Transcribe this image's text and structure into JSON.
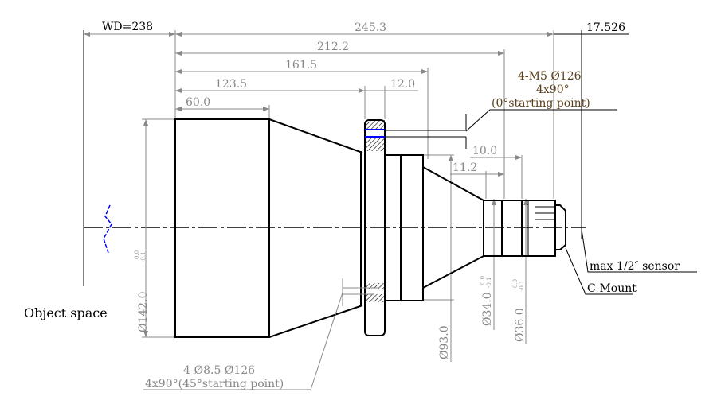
{
  "dimensions": {
    "wd": "WD=238",
    "total": "245.3",
    "back": "17.526",
    "d212": "212.2",
    "d161": "161.5",
    "d123": "123.5",
    "d12": "12.0",
    "d60": "60.0",
    "d10": "10.0",
    "d11": "11.2",
    "dia142": "Ø142.0",
    "dia93": "Ø93.0",
    "dia34": "Ø34.0",
    "dia36": "Ø36.0",
    "tol_upper": "0.0",
    "tol_lower": "-0.1"
  },
  "notes": {
    "m5_holes": "4-M5 Ø126",
    "m5_angle": "4x90°",
    "m5_start": "(0°starting point)",
    "object_space": "Object space",
    "holes85": "4-Ø8.5 Ø126",
    "holes85_angle": "4x90°(45°starting point)",
    "sensor": "max 1/2″ sensor",
    "mount": "C-Mount"
  },
  "colors": {
    "line": "#000000",
    "dimension": "#888888",
    "accent": "#0000ff"
  }
}
